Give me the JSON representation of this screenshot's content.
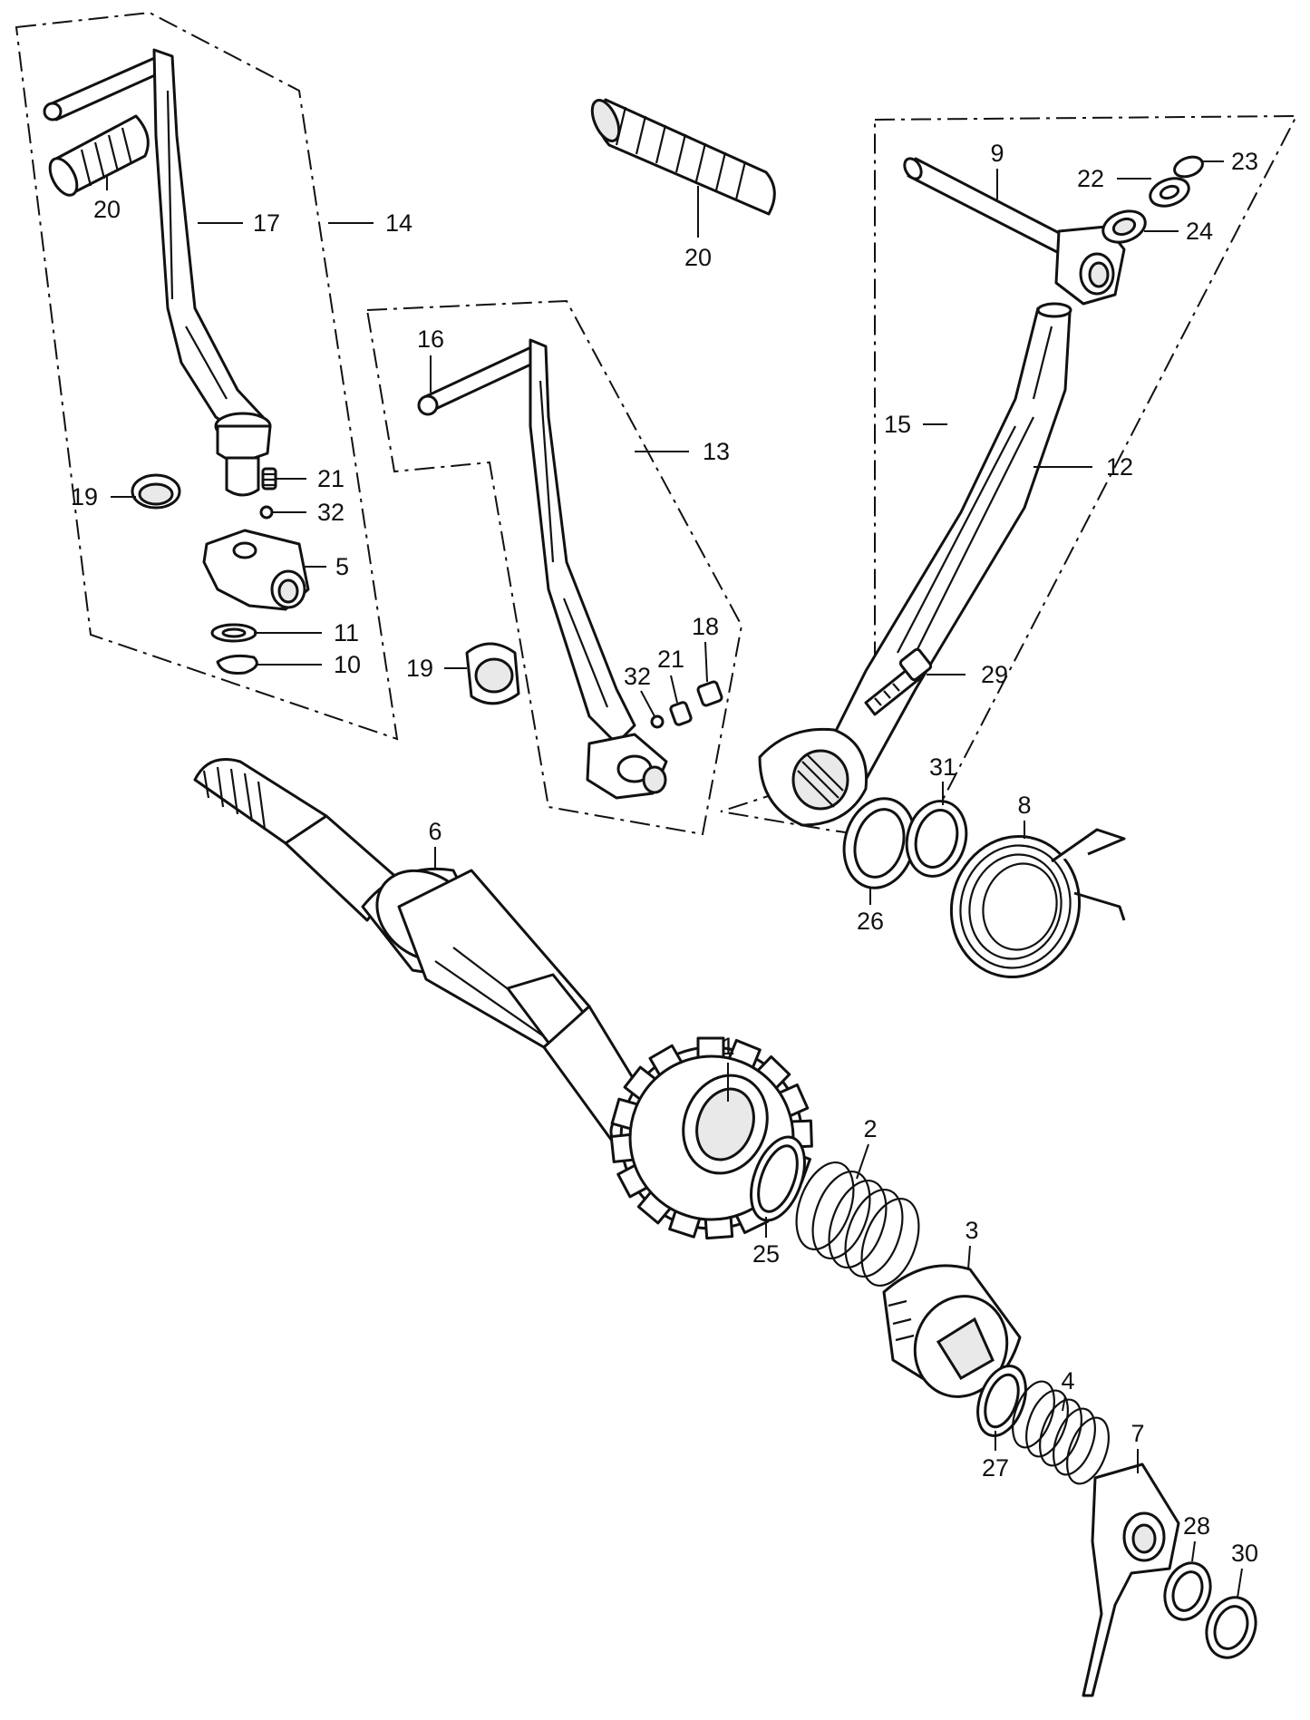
{
  "labels": [
    {
      "id": "c20a",
      "text": "20"
    },
    {
      "id": "c17",
      "text": "17"
    },
    {
      "id": "c14",
      "text": "14"
    },
    {
      "id": "c21a",
      "text": "21"
    },
    {
      "id": "c32a",
      "text": "32"
    },
    {
      "id": "c19a",
      "text": "19"
    },
    {
      "id": "c5",
      "text": "5"
    },
    {
      "id": "c11",
      "text": "11"
    },
    {
      "id": "c10",
      "text": "10"
    },
    {
      "id": "c20b",
      "text": "20"
    },
    {
      "id": "c16",
      "text": "16"
    },
    {
      "id": "c13",
      "text": "13"
    },
    {
      "id": "c19b",
      "text": "19"
    },
    {
      "id": "c32b",
      "text": "32"
    },
    {
      "id": "c21b",
      "text": "21"
    },
    {
      "id": "c18",
      "text": "18"
    },
    {
      "id": "c9",
      "text": "9"
    },
    {
      "id": "c22",
      "text": "22"
    },
    {
      "id": "c23",
      "text": "23"
    },
    {
      "id": "c24",
      "text": "24"
    },
    {
      "id": "c15",
      "text": "15"
    },
    {
      "id": "c12",
      "text": "12"
    },
    {
      "id": "c29",
      "text": "29"
    },
    {
      "id": "c31",
      "text": "31"
    },
    {
      "id": "c8",
      "text": "8"
    },
    {
      "id": "c26",
      "text": "26"
    },
    {
      "id": "c6",
      "text": "6"
    },
    {
      "id": "c1",
      "text": "1"
    },
    {
      "id": "c2",
      "text": "2"
    },
    {
      "id": "c25",
      "text": "25"
    },
    {
      "id": "c3",
      "text": "3"
    },
    {
      "id": "c4",
      "text": "4"
    },
    {
      "id": "c27",
      "text": "27"
    },
    {
      "id": "c7",
      "text": "7"
    },
    {
      "id": "c28",
      "text": "28"
    },
    {
      "id": "c30",
      "text": "30"
    }
  ],
  "colors": {
    "ink": "#111111",
    "paper": "#ffffff"
  }
}
